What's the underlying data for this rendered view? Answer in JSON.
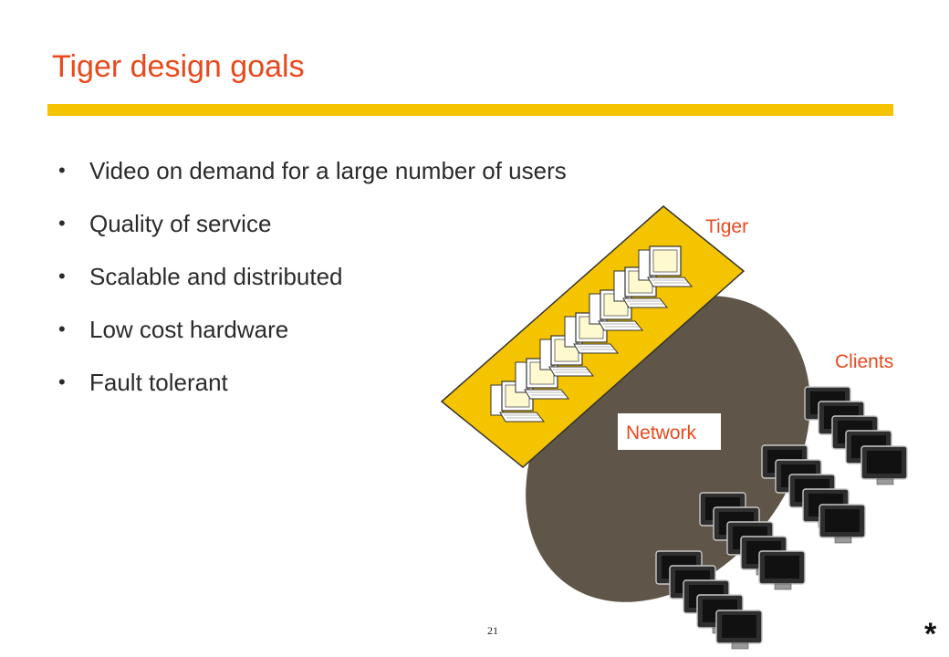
{
  "slide": {
    "title": "Tiger design goals",
    "bullets": [
      "Video on demand for a large number of users",
      "Quality of service",
      "Scalable and distributed",
      "Low cost hardware",
      "Fault tolerant"
    ],
    "page_number": "21",
    "corner_mark": "*"
  },
  "diagram": {
    "tiger_label": "Tiger",
    "clients_label": "Clients",
    "network_label": "Network",
    "colors": {
      "accent": "#e8491d",
      "band": "#f5c400",
      "network": "#5f5549",
      "server_screen": "#fff9d0"
    }
  }
}
